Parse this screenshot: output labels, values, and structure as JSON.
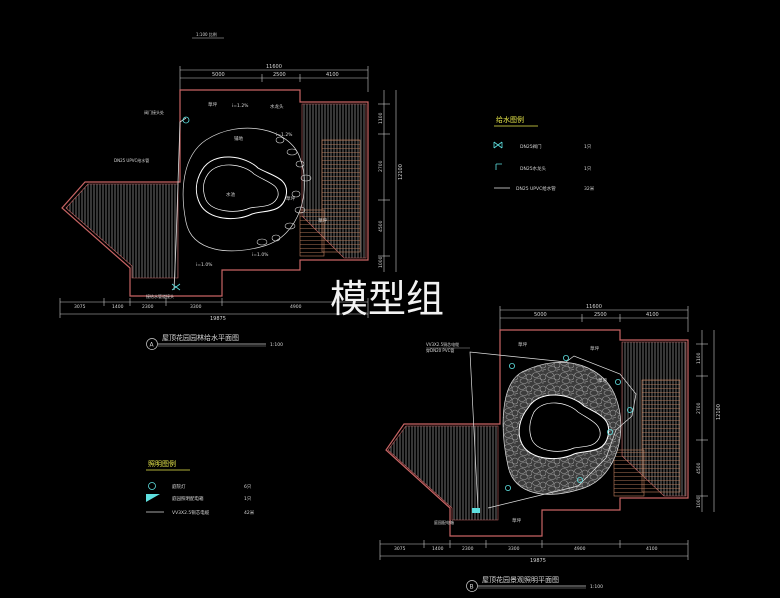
{
  "plan_a": {
    "scale_note": "1:100 比例",
    "dims_top_total": "11600",
    "dims_top": [
      "5000",
      "2500",
      "4100"
    ],
    "dims_bottom": [
      "3075",
      "1400",
      "2300",
      "3300",
      "4900"
    ],
    "dims_bottom_total": "19875",
    "dims_right_total": "12100",
    "dims_right": [
      "1100",
      "2700",
      "4500",
      "1000"
    ],
    "labels": {
      "lawn1": "草坪",
      "slope1": "i=1.2%",
      "hydrant": "水龙头",
      "valve_well": "阀门接头处",
      "pipe_main": "DN25 UPVC给水管",
      "slope2": "i=1.2%",
      "paving": "铺地",
      "pool": "水池",
      "lawn2": "草坪",
      "slope3": "i=1.0%",
      "slope4": "i=1.0%",
      "lawn3": "草坪",
      "inlet": "接给水管道接头"
    },
    "title_marker": "A",
    "title": "屋顶花园园林给水平面图",
    "title_scale": "1:100"
  },
  "legend_water": {
    "title": "给水图例",
    "items": [
      {
        "label": "DN25阀门",
        "qty": "1只"
      },
      {
        "label": "DN25水龙头",
        "qty": "1只"
      },
      {
        "label": "DN25 UPVC给水管",
        "qty": "32米"
      }
    ]
  },
  "watermark": "模型组",
  "plan_b": {
    "dims_top_total": "11600",
    "dims_top": [
      "5000",
      "2500",
      "4100"
    ],
    "dims_bottom": [
      "3075",
      "1400",
      "2300",
      "3300",
      "4900",
      "4100"
    ],
    "dims_bottom_total": "19875",
    "dims_right_total": "12100",
    "dims_right": [
      "1100",
      "2700",
      "4500",
      "1000"
    ],
    "labels": {
      "cable_note1": "VV3X2.5铜芯电缆",
      "cable_note2": "穿DN20 PVC管",
      "lawn_a": "草坪",
      "lawn_b": "草坪",
      "lawn_c": "草坪",
      "lawn_d": "草坪",
      "box": "庭园配电箱"
    },
    "title_marker": "B",
    "title": "屋顶花园景观照明平面图",
    "title_scale": "1:100"
  },
  "legend_light": {
    "title": "照明图例",
    "items": [
      {
        "label": "庭院灯",
        "qty": "6只"
      },
      {
        "label": "庭园照明配电箱",
        "qty": "1只"
      },
      {
        "label": "VV3X2.5铜芯电缆",
        "qty": "42米"
      }
    ]
  },
  "colors": {
    "background": "#000000",
    "outline": "#c86464",
    "hatch": "#8a8a8a",
    "dimension": "#cccccc",
    "pipe": "#e0e0e0",
    "pond": "#ffffff",
    "legend_title": "#e8e84a",
    "legend_symbol": "#5ee0e0"
  }
}
